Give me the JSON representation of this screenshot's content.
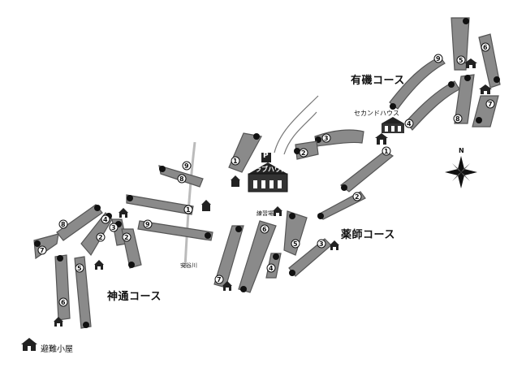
{
  "courses": {
    "ariso": "有磯コース",
    "yakushi": "薬師コース",
    "kamidori": "神通コース"
  },
  "facilities": {
    "clubhouse": "クラブハウス",
    "parking": "P",
    "second_house": "セカンドハウス",
    "practice": "練習場",
    "shelter": "避難小屋",
    "river": "安谷川"
  },
  "hole_numbers": {
    "ariso": [
      "1",
      "2",
      "3",
      "4",
      "5",
      "6",
      "7",
      "8",
      "9"
    ],
    "yakushi": [
      "1",
      "2",
      "3",
      "4",
      "5",
      "6",
      "7",
      "8",
      "9"
    ],
    "kamidori": [
      "1",
      "2",
      "3",
      "4",
      "5",
      "6",
      "7",
      "8",
      "9"
    ]
  },
  "icons": [
    "house-icon",
    "clubhouse-icon",
    "compass-icon",
    "parking-icon"
  ]
}
